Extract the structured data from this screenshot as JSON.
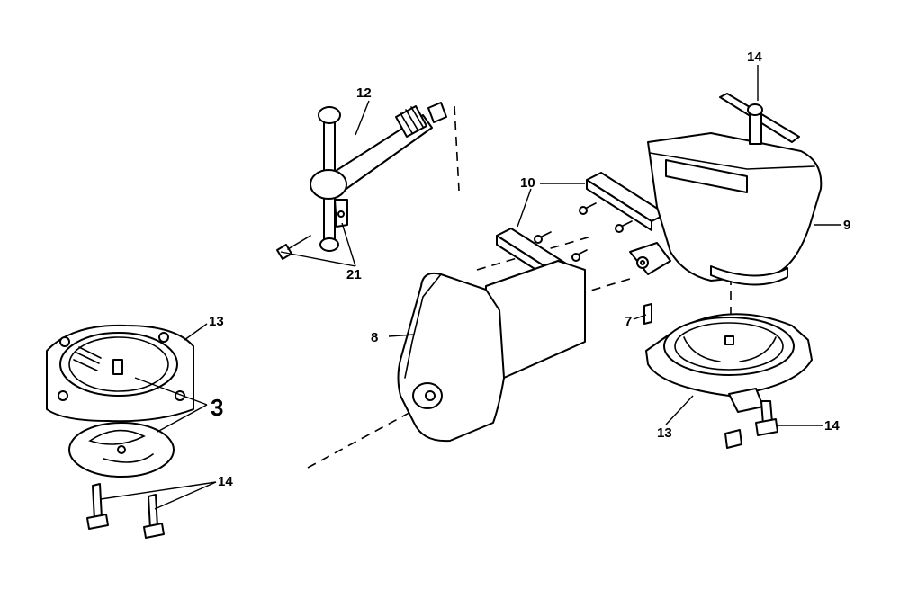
{
  "diagram": {
    "labels": [
      {
        "id": "12",
        "text": "12"
      },
      {
        "id": "14_top",
        "text": "14"
      },
      {
        "id": "10",
        "text": "10"
      },
      {
        "id": "9",
        "text": "9"
      },
      {
        "id": "21",
        "text": "21"
      },
      {
        "id": "13_left",
        "text": "13"
      },
      {
        "id": "8",
        "text": "8"
      },
      {
        "id": "7",
        "text": "7"
      },
      {
        "id": "3",
        "text": "3"
      },
      {
        "id": "14_right",
        "text": "14"
      },
      {
        "id": "13_right",
        "text": "13"
      },
      {
        "id": "14_left",
        "text": "14"
      }
    ]
  }
}
